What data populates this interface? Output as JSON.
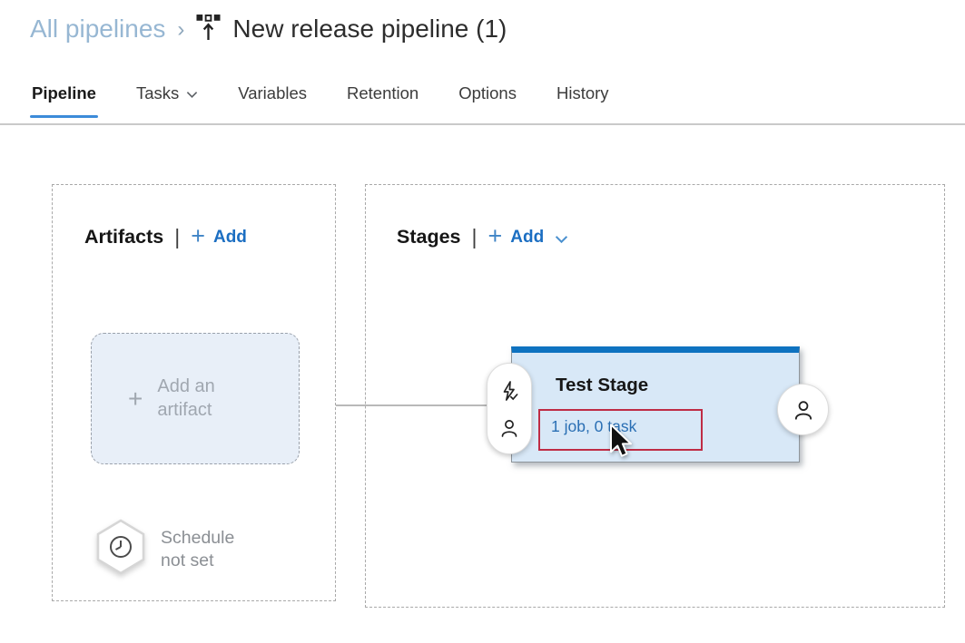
{
  "breadcrumb": {
    "parent_label": "All pipelines",
    "separator": "›",
    "title": "New release pipeline (1)"
  },
  "tabs": [
    {
      "label": "Pipeline",
      "active": true
    },
    {
      "label": "Tasks",
      "dropdown": true
    },
    {
      "label": "Variables"
    },
    {
      "label": "Retention"
    },
    {
      "label": "Options"
    },
    {
      "label": "History"
    }
  ],
  "artifacts": {
    "heading": "Artifacts",
    "divider": "|",
    "add_plus": "+",
    "add_label": "Add",
    "placeholder_plus": "+",
    "placeholder_label": "Add an artifact",
    "schedule_label": "Schedule not set"
  },
  "stages": {
    "heading": "Stages",
    "divider": "|",
    "add_plus": "+",
    "add_label": "Add",
    "stage": {
      "name": "Test Stage",
      "summary": "1 job, 0 task"
    }
  },
  "icons": [
    "release-pipeline-icon",
    "chevron-down-icon",
    "plus-icon",
    "clock-hexagon-icon",
    "lightning-check-icon",
    "person-icon",
    "mouse-cursor-icon"
  ],
  "colors": {
    "accent_blue": "#1b6ec2",
    "tab_underline": "#3c8bd9",
    "breadcrumb_link": "#97b7d3",
    "stage_top": "#0e72c0",
    "stage_bg": "#d8e8f7",
    "highlight_red": "#bf2c45",
    "link_blue": "#2a6fb4"
  }
}
